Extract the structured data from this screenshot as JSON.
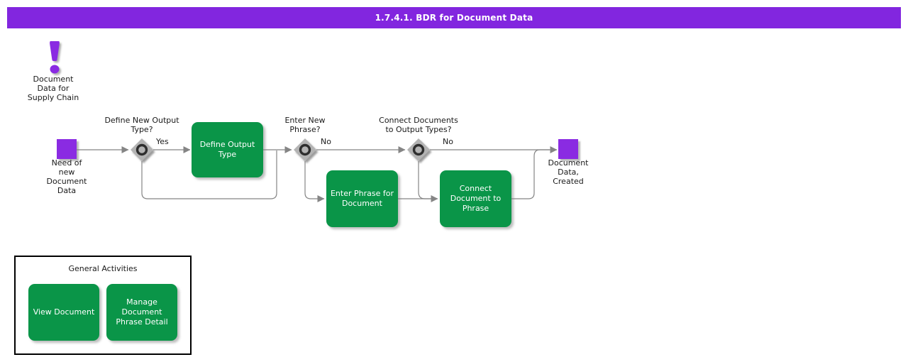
{
  "title_bar": {
    "text": "1.7.4.1. BDR for Document Data"
  },
  "trigger": {
    "label": "Document\nData for\nSupply Chain"
  },
  "flow": {
    "start_event_label": "Need of\nnew\nDocument\nData",
    "end_event_label": "Document\nData,\nCreated",
    "gateway1_question": "Define New Output\nType?",
    "gateway1_branch": "Yes",
    "gateway2_question": "Enter New\nPhrase?",
    "gateway2_branch": "No",
    "gateway3_question": "Connect Documents\nto Output Types?",
    "gateway3_branch": "No",
    "activity_define_output_type": "Define Output\nType",
    "activity_enter_phrase": "Enter Phrase for\nDocument",
    "activity_connect_document": "Connect\nDocument to\nPhrase"
  },
  "general_activities": {
    "title": "General Activities",
    "activity_view_document": "View Document",
    "activity_manage_phrase_detail": "Manage\nDocument\nPhrase Detail"
  },
  "colors": {
    "title_bar_bg": "#8226DF",
    "event_purple": "#8A2BE2",
    "task_green": "#0A9548",
    "connector_gray": "#858585",
    "gateway_fill": "#B3B3B3",
    "gateway_ring": "#2E2E2E"
  }
}
